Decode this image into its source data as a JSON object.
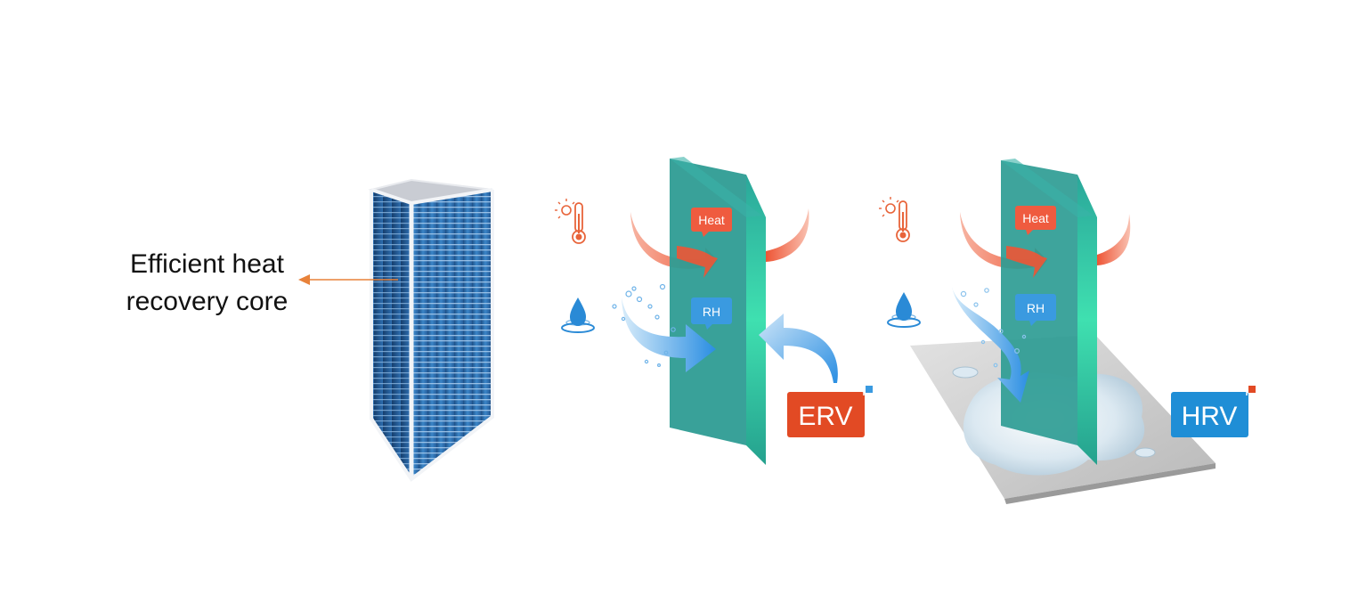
{
  "core": {
    "caption_line1": "Efficient heat",
    "caption_line2": "recovery core",
    "arrow_color": "#e8823a",
    "fin_color": "#2e6fae"
  },
  "erv": {
    "heat_label": "Heat",
    "rh_label": "RH",
    "badge": "ERV",
    "badge_color": "#e24a24",
    "icons": [
      "thermometer-sun-icon",
      "water-drop-icon"
    ]
  },
  "hrv": {
    "heat_label": "Heat",
    "rh_label": "RH",
    "badge": "HRV",
    "badge_color": "#1f8ed6",
    "icons": [
      "thermometer-sun-icon",
      "water-drop-icon"
    ]
  },
  "colors": {
    "panel": "#2e9c94",
    "heat_arrow": "#ef5b3f",
    "moisture_arrow": "#3a9ae0",
    "icon_orange": "#e8643a",
    "icon_blue": "#2a8ad6"
  }
}
